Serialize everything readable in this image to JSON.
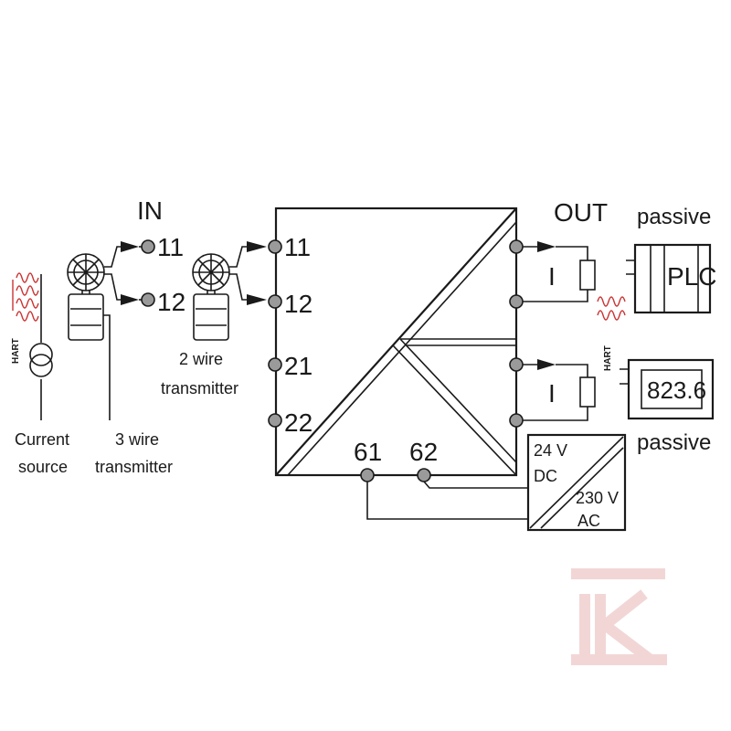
{
  "input": {
    "heading": "IN",
    "transmitter3_terminals": [
      "11",
      "12"
    ],
    "main_terminals": [
      "11",
      "12",
      "21",
      "22"
    ],
    "label_2wire_line1": "2 wire",
    "label_2wire_line2": "transmitter",
    "label_3wire_line1": "3 wire",
    "label_3wire_line2": "transmitter",
    "label_current_line1": "Current",
    "label_current_line2": "source",
    "hart_text": "HART"
  },
  "output": {
    "heading": "OUT",
    "channel1_symbol": "I",
    "channel2_symbol": "I",
    "top_device_heading": "passive",
    "plc_label": "PLC",
    "hart_text": "HART",
    "bottom_display_value": "823.6",
    "bottom_device_heading": "passive"
  },
  "power": {
    "terminals": [
      "61",
      "62"
    ],
    "dc_voltage": "24 V",
    "dc_label": "DC",
    "ac_voltage": "230 V",
    "ac_label": "AC"
  },
  "colors": {
    "line": "#1a1a1a",
    "terminal": "#9a9a9a",
    "hart_wave": "#cc3333",
    "watermark": "#f3d9d9"
  }
}
